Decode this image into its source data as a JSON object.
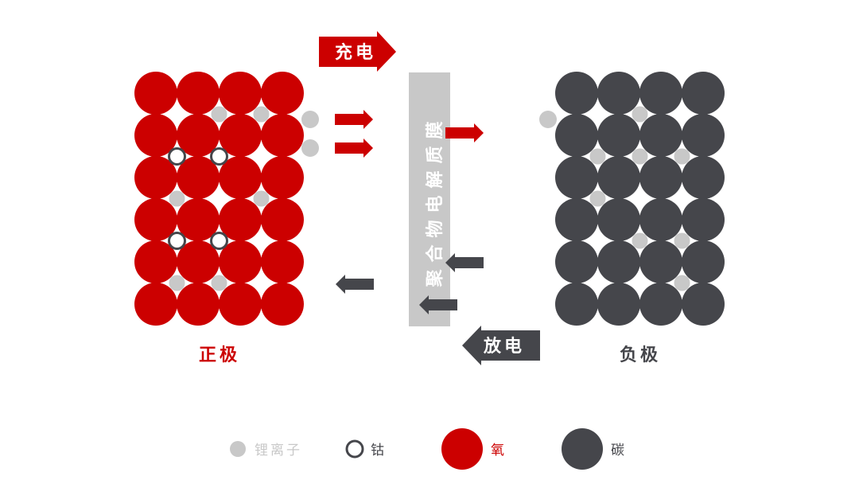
{
  "arrows": {
    "charge_label": "充电",
    "discharge_label": "放电"
  },
  "membrane": {
    "label": "聚合物电解质膜"
  },
  "electrodes": {
    "positive_label": "正极",
    "negative_label": "负极"
  },
  "legend": [
    {
      "key": "lithium-ion",
      "label": "锂离子",
      "color": "#c8c8c8"
    },
    {
      "key": "cobalt",
      "label": "钴",
      "color": "#45464b"
    },
    {
      "key": "oxygen",
      "label": "氧",
      "color": "#cc0000"
    },
    {
      "key": "carbon",
      "label": "碳",
      "color": "#45464b"
    }
  ],
  "colors": {
    "red": "#cc0000",
    "dark": "#45464b",
    "ion": "#c8c8c8",
    "membrane": "#c8c8c8"
  }
}
